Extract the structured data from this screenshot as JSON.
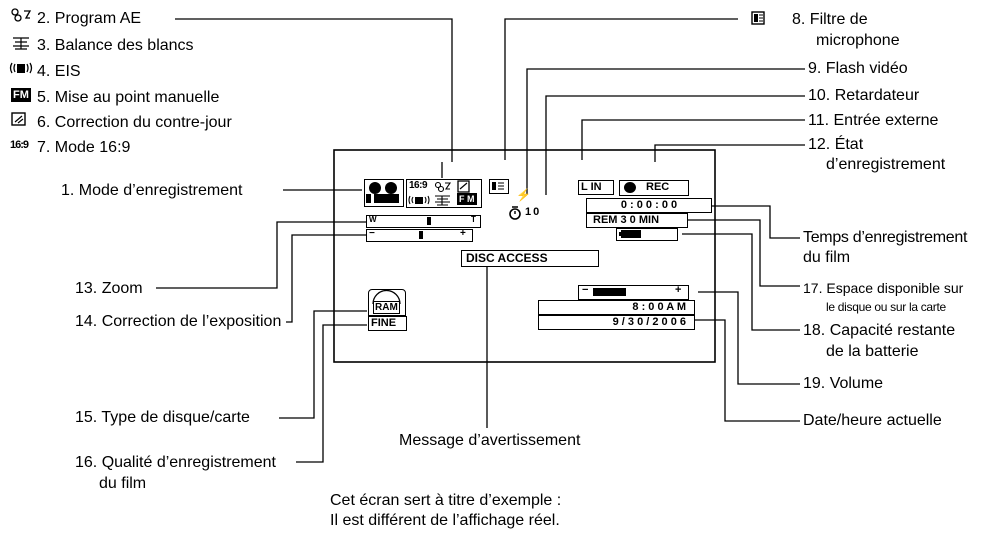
{
  "legend_top": [
    {
      "num": "2.",
      "label": "Program AE",
      "icon": "program-ae-icon"
    },
    {
      "num": "3.",
      "label": "Balance des blancs",
      "icon": "white-balance-icon"
    },
    {
      "num": "4.",
      "label": "EIS",
      "icon": "eis-icon"
    },
    {
      "num": "5.",
      "label": "Mise au point manuelle",
      "icon": "manual-focus-icon",
      "glyph": "FM"
    },
    {
      "num": "6.",
      "label": "Correction du contre-jour",
      "icon": "backlight-icon"
    },
    {
      "num": "7.",
      "label": "Mode 16:9",
      "icon": "wide-mode-icon",
      "glyph": "16:9"
    }
  ],
  "right_labels": {
    "l8_a": "8. Filtre de",
    "l8_b": "microphone",
    "l9": "9. Flash vidéo",
    "l10": "10. Retardateur",
    "l11": "11. Entrée externe",
    "l12_a": "12. État",
    "l12_b": "d’enregistrement",
    "ltime_a": "Temps d’enregistrement",
    "ltime_b": "du film",
    "l17_a": "17. Espace disponible sur",
    "l17_b": "le disque ou sur la carte",
    "l18_a": "18. Capacité restante",
    "l18_b": "de la batterie",
    "l19": "19. Volume",
    "ldate": "Date/heure actuelle"
  },
  "left_labels": {
    "l1": "1. Mode d’enregistrement",
    "l13": "13. Zoom",
    "l14": "14. Correction de l’exposition",
    "l15": "15. Type de disque/carte",
    "l16_a": "16. Qualité d’enregistrement",
    "l16_b": "du film"
  },
  "bottom": {
    "warning_label": "Message d’avertissement",
    "note_1": "Cet écran sert à titre d’exemple :",
    "note_2": "Il est différent de l’affichage réel."
  },
  "screen": {
    "wide": "16:9",
    "fm": "F M",
    "zoom_w": "W",
    "zoom_t": "T",
    "exp_minus": "−",
    "exp_plus": "+",
    "flash": "⚡",
    "self_timer": "10",
    "line_in": "L IN",
    "rec": "REC",
    "timecode": "0 : 0 0 : 0 0",
    "remaining": "REM 3 0 MIN",
    "disc_access": "DISC  ACCESS",
    "disc_type": "RAM",
    "quality": "FINE",
    "vol_minus": "−",
    "vol_plus": "+",
    "clock": "8 : 0 0 A M",
    "date": "9 / 3 0 / 2 0 0 6"
  }
}
